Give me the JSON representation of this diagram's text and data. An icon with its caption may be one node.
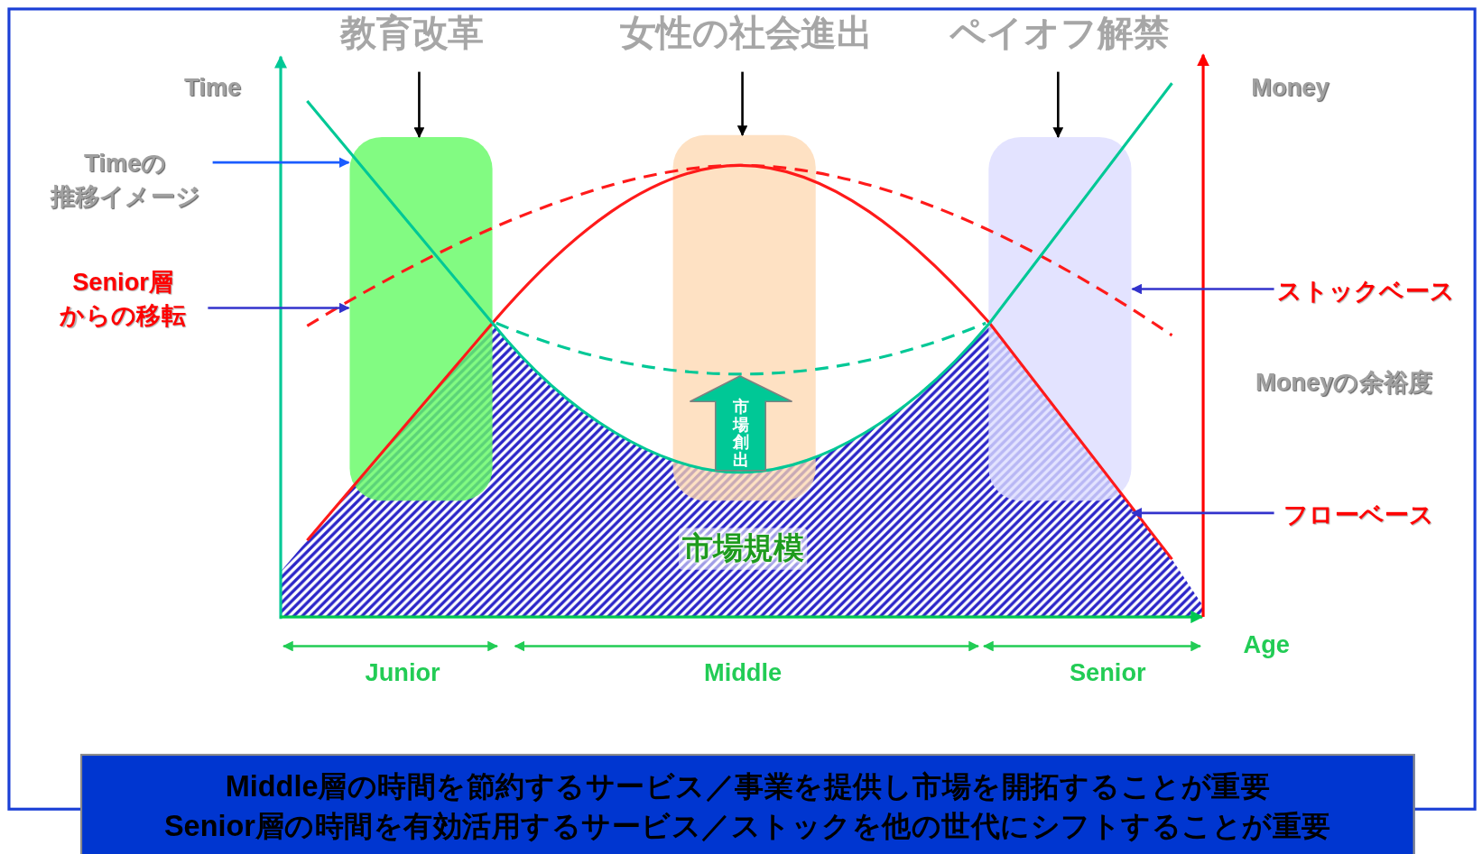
{
  "diagram": {
    "nodes": [
      {
        "text": [
          "教育改革"
        ]
      },
      {
        "text": [],
        "shape": "box"
      },
      {
        "text": [
          "女性の社会進出"
        ]
      },
      {
        "text": [],
        "shape": "box"
      },
      {
        "text": [
          "ペイオフ解禁"
        ]
      },
      {
        "text": [],
        "shape": "box"
      },
      {
        "text": [
          "Timeの",
          "推移イメージ"
        ]
      },
      {
        "text": [
          "Senior層",
          "からの移転"
        ]
      },
      {
        "text": [
          "ストックベース"
        ]
      },
      {
        "text": [
          "フローベース"
        ]
      },
      {
        "text": [
          "Middle層の時間を節約するサービス／事業を提供し市場を開拓することが重要",
          "Senior層の時間を有効活用するサービス／ストックを他の世代にシフトすることが重要"
        ]
      }
    ],
    "edges": [
      {
        "from": 0,
        "to": 1,
        "arrow": "to"
      },
      {
        "from": 2,
        "to": 3,
        "arrow": "to"
      },
      {
        "from": 4,
        "to": 5,
        "arrow": "to"
      },
      {
        "from": 6,
        "to": 1,
        "arrow": "to",
        "color": "#1a5cff"
      },
      {
        "from": 7,
        "to": 1,
        "arrow": "to",
        "color": "#3333cc"
      },
      {
        "from": 8,
        "to": 5,
        "arrow": "to",
        "color": "#3333cc"
      },
      {
        "from": 9,
        "to": 5,
        "arrow": "to",
        "color": "#3333cc"
      }
    ],
    "labels": [
      "Time",
      "Money",
      "Moneyの余裕度",
      "市場創出",
      "市場規模",
      "Age",
      "Junior",
      "Middle",
      "Senior"
    ]
  }
}
